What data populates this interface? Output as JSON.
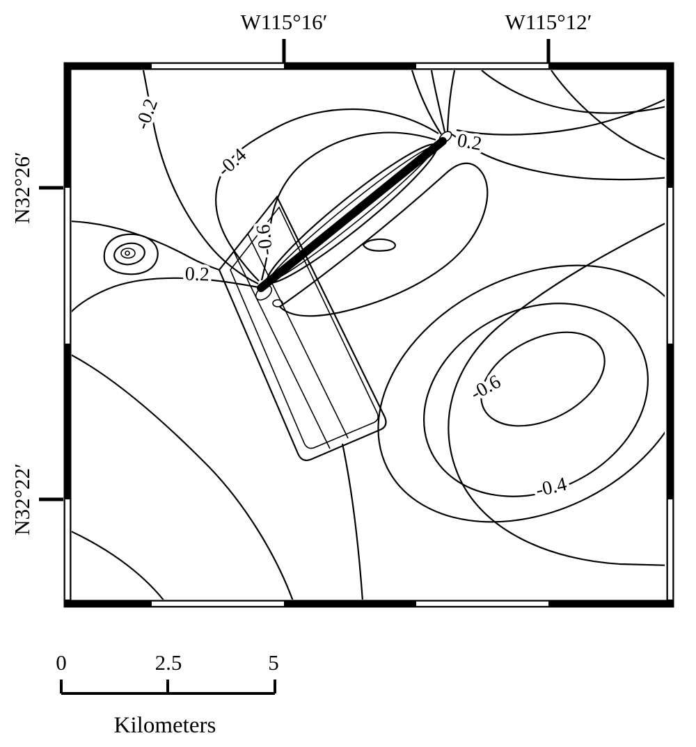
{
  "colors": {
    "line": "#000000",
    "background": "#ffffff"
  },
  "axes": {
    "top": [
      {
        "text": "W115°16′"
      },
      {
        "text": "W115°12′"
      }
    ],
    "left": [
      {
        "text": "N32°26′"
      },
      {
        "text": "N32°22′"
      }
    ]
  },
  "contour_labels": [
    {
      "text": "-0.2"
    },
    {
      "text": "-0.4"
    },
    {
      "text": "-0.6"
    },
    {
      "text": "0.2"
    },
    {
      "text": "0.2"
    },
    {
      "text": "-0.6"
    },
    {
      "text": "-0.4"
    }
  ],
  "scale_bar": {
    "labels": [
      "0",
      "2.5",
      "5"
    ],
    "unit": "Kilometers"
  }
}
